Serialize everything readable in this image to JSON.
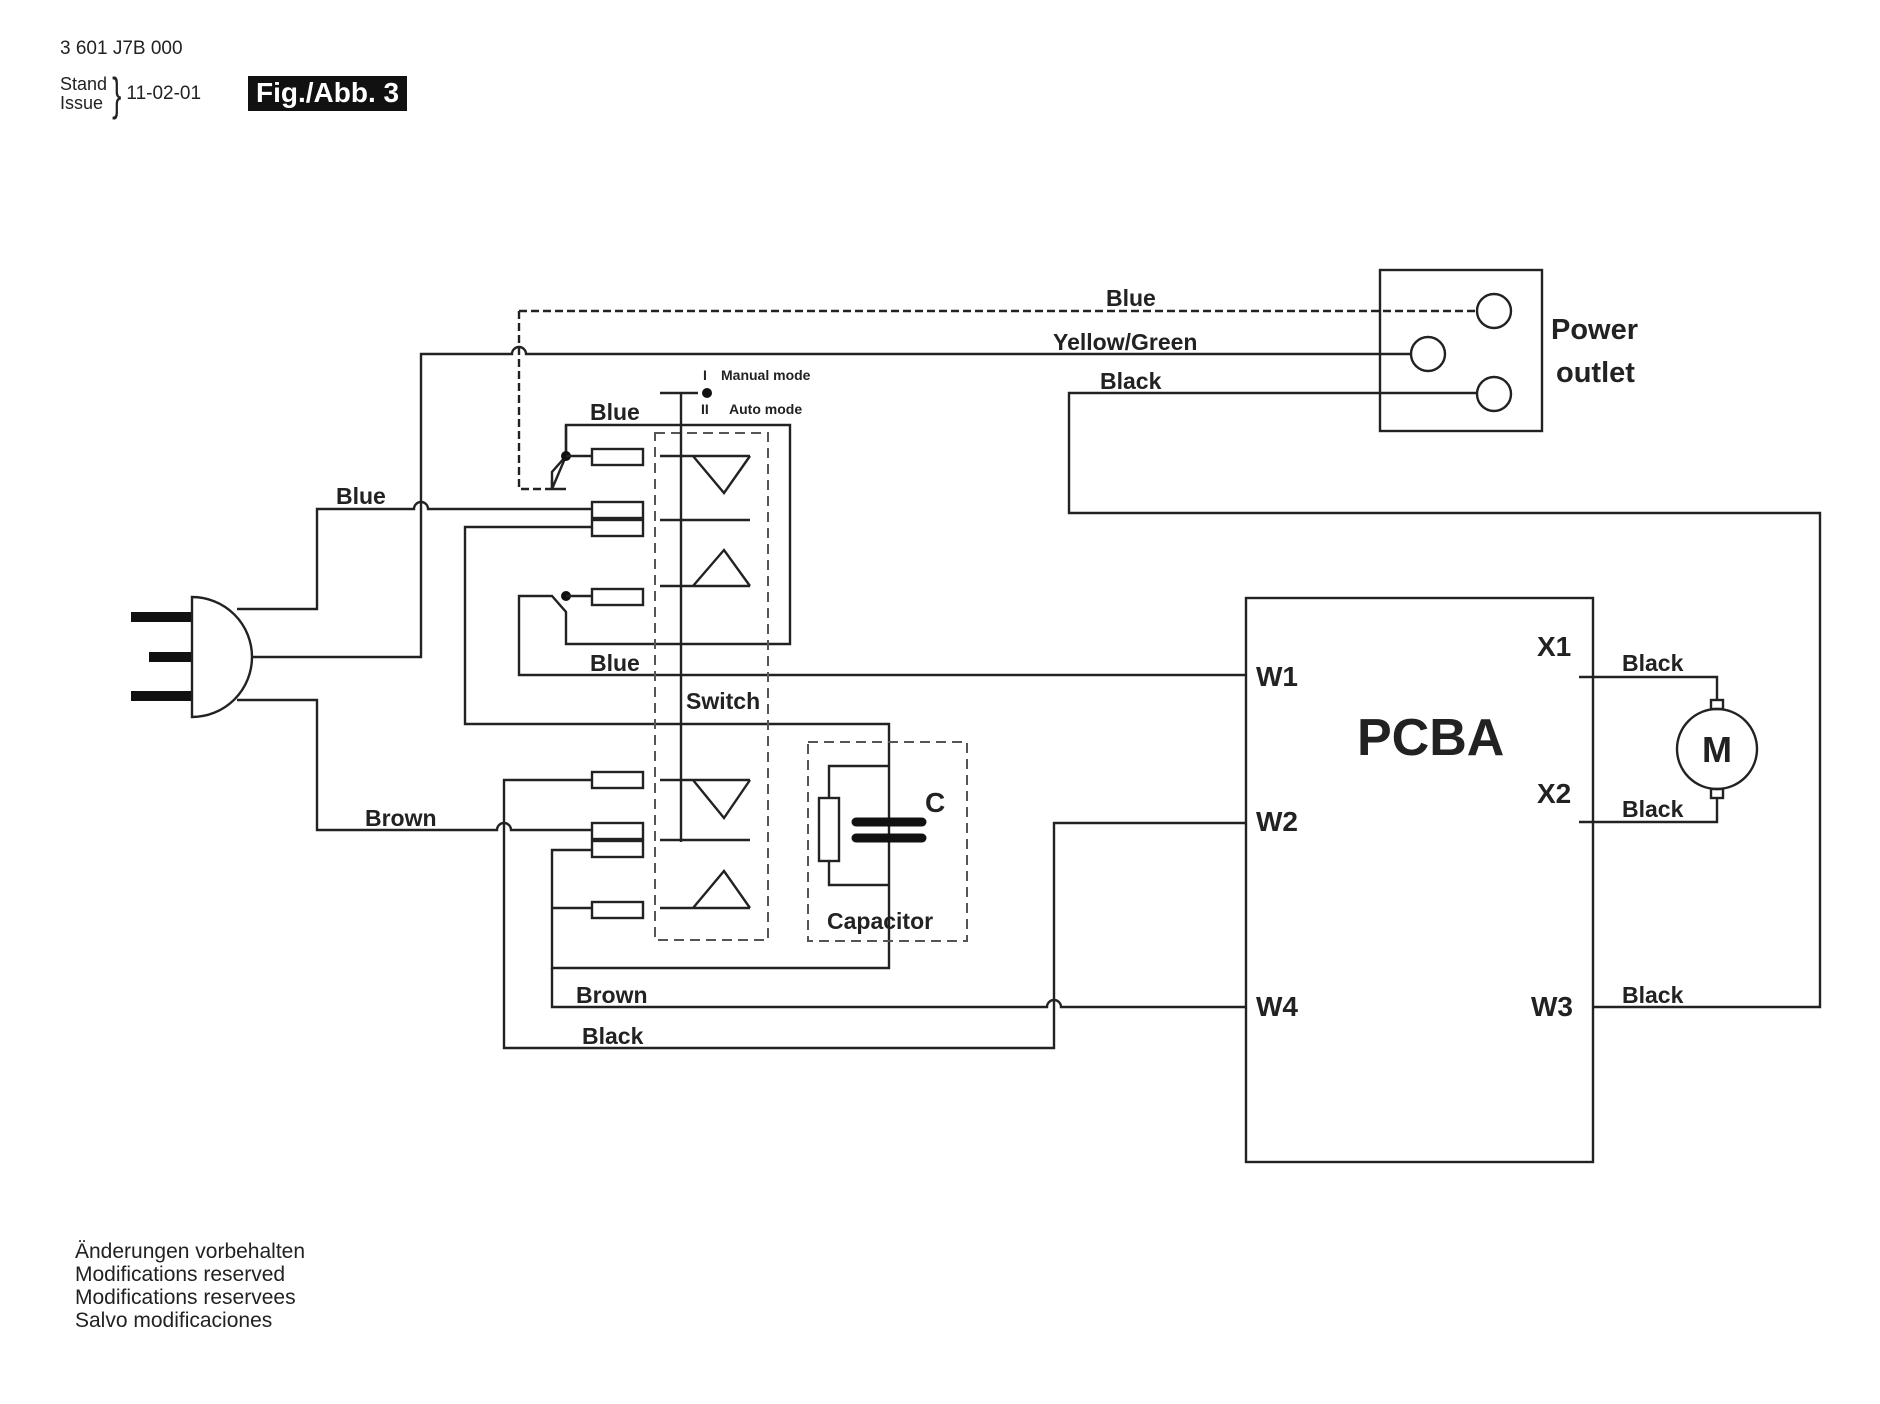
{
  "header": {
    "part_number": "3 601 J7B 000",
    "stand_label": "Stand",
    "issue_label": "Issue",
    "issue_date": "11-02-01",
    "figure_label": "Fig./Abb. 3"
  },
  "diagram": {
    "title_components": {
      "power_outlet": [
        "Power",
        "outlet"
      ],
      "pcba": "PCBA",
      "motor": "M",
      "switch": "Switch",
      "capacitor": "Capacitor",
      "capacitor_symbol": "C"
    },
    "switch_modes": {
      "manual_marker": "I",
      "manual_label": "Manual mode",
      "auto_marker": "II",
      "auto_label": "Auto mode"
    },
    "pcba_terminals": {
      "w1": "W1",
      "w2": "W2",
      "w3": "W3",
      "w4": "W4",
      "x1": "X1",
      "x2": "X2"
    },
    "wire_labels": {
      "outlet_blue": "Blue",
      "outlet_yellow_green": "Yellow/Green",
      "outlet_black": "Black",
      "plug_blue": "Blue",
      "plug_brown": "Brown",
      "switch_top_blue": "Blue",
      "w1_blue": "Blue",
      "w4_brown": "Brown",
      "w2_black": "Black",
      "x1_black": "Black",
      "x2_black": "Black",
      "w3_black": "Black"
    },
    "connections": [
      {
        "from": "plug",
        "to": "switch",
        "color": "Blue"
      },
      {
        "from": "plug",
        "to": "power outlet",
        "color": "Yellow/Green"
      },
      {
        "from": "plug",
        "to": "switch",
        "color": "Brown"
      },
      {
        "from": "switch",
        "to": "power outlet",
        "color": "Blue"
      },
      {
        "from": "power outlet",
        "to": "PCBA W3",
        "color": "Black"
      },
      {
        "from": "switch",
        "to": "PCBA W1",
        "color": "Blue"
      },
      {
        "from": "switch",
        "to": "PCBA W4",
        "color": "Brown"
      },
      {
        "from": "switch",
        "to": "PCBA W2",
        "color": "Black"
      },
      {
        "from": "PCBA X1",
        "to": "Motor",
        "color": "Black"
      },
      {
        "from": "PCBA X2",
        "to": "Motor",
        "color": "Black"
      }
    ]
  },
  "footer": {
    "lines": [
      "Änderungen vorbehalten",
      "Modifications reserved",
      "Modifications reservees",
      "Salvo modificaciones"
    ]
  }
}
